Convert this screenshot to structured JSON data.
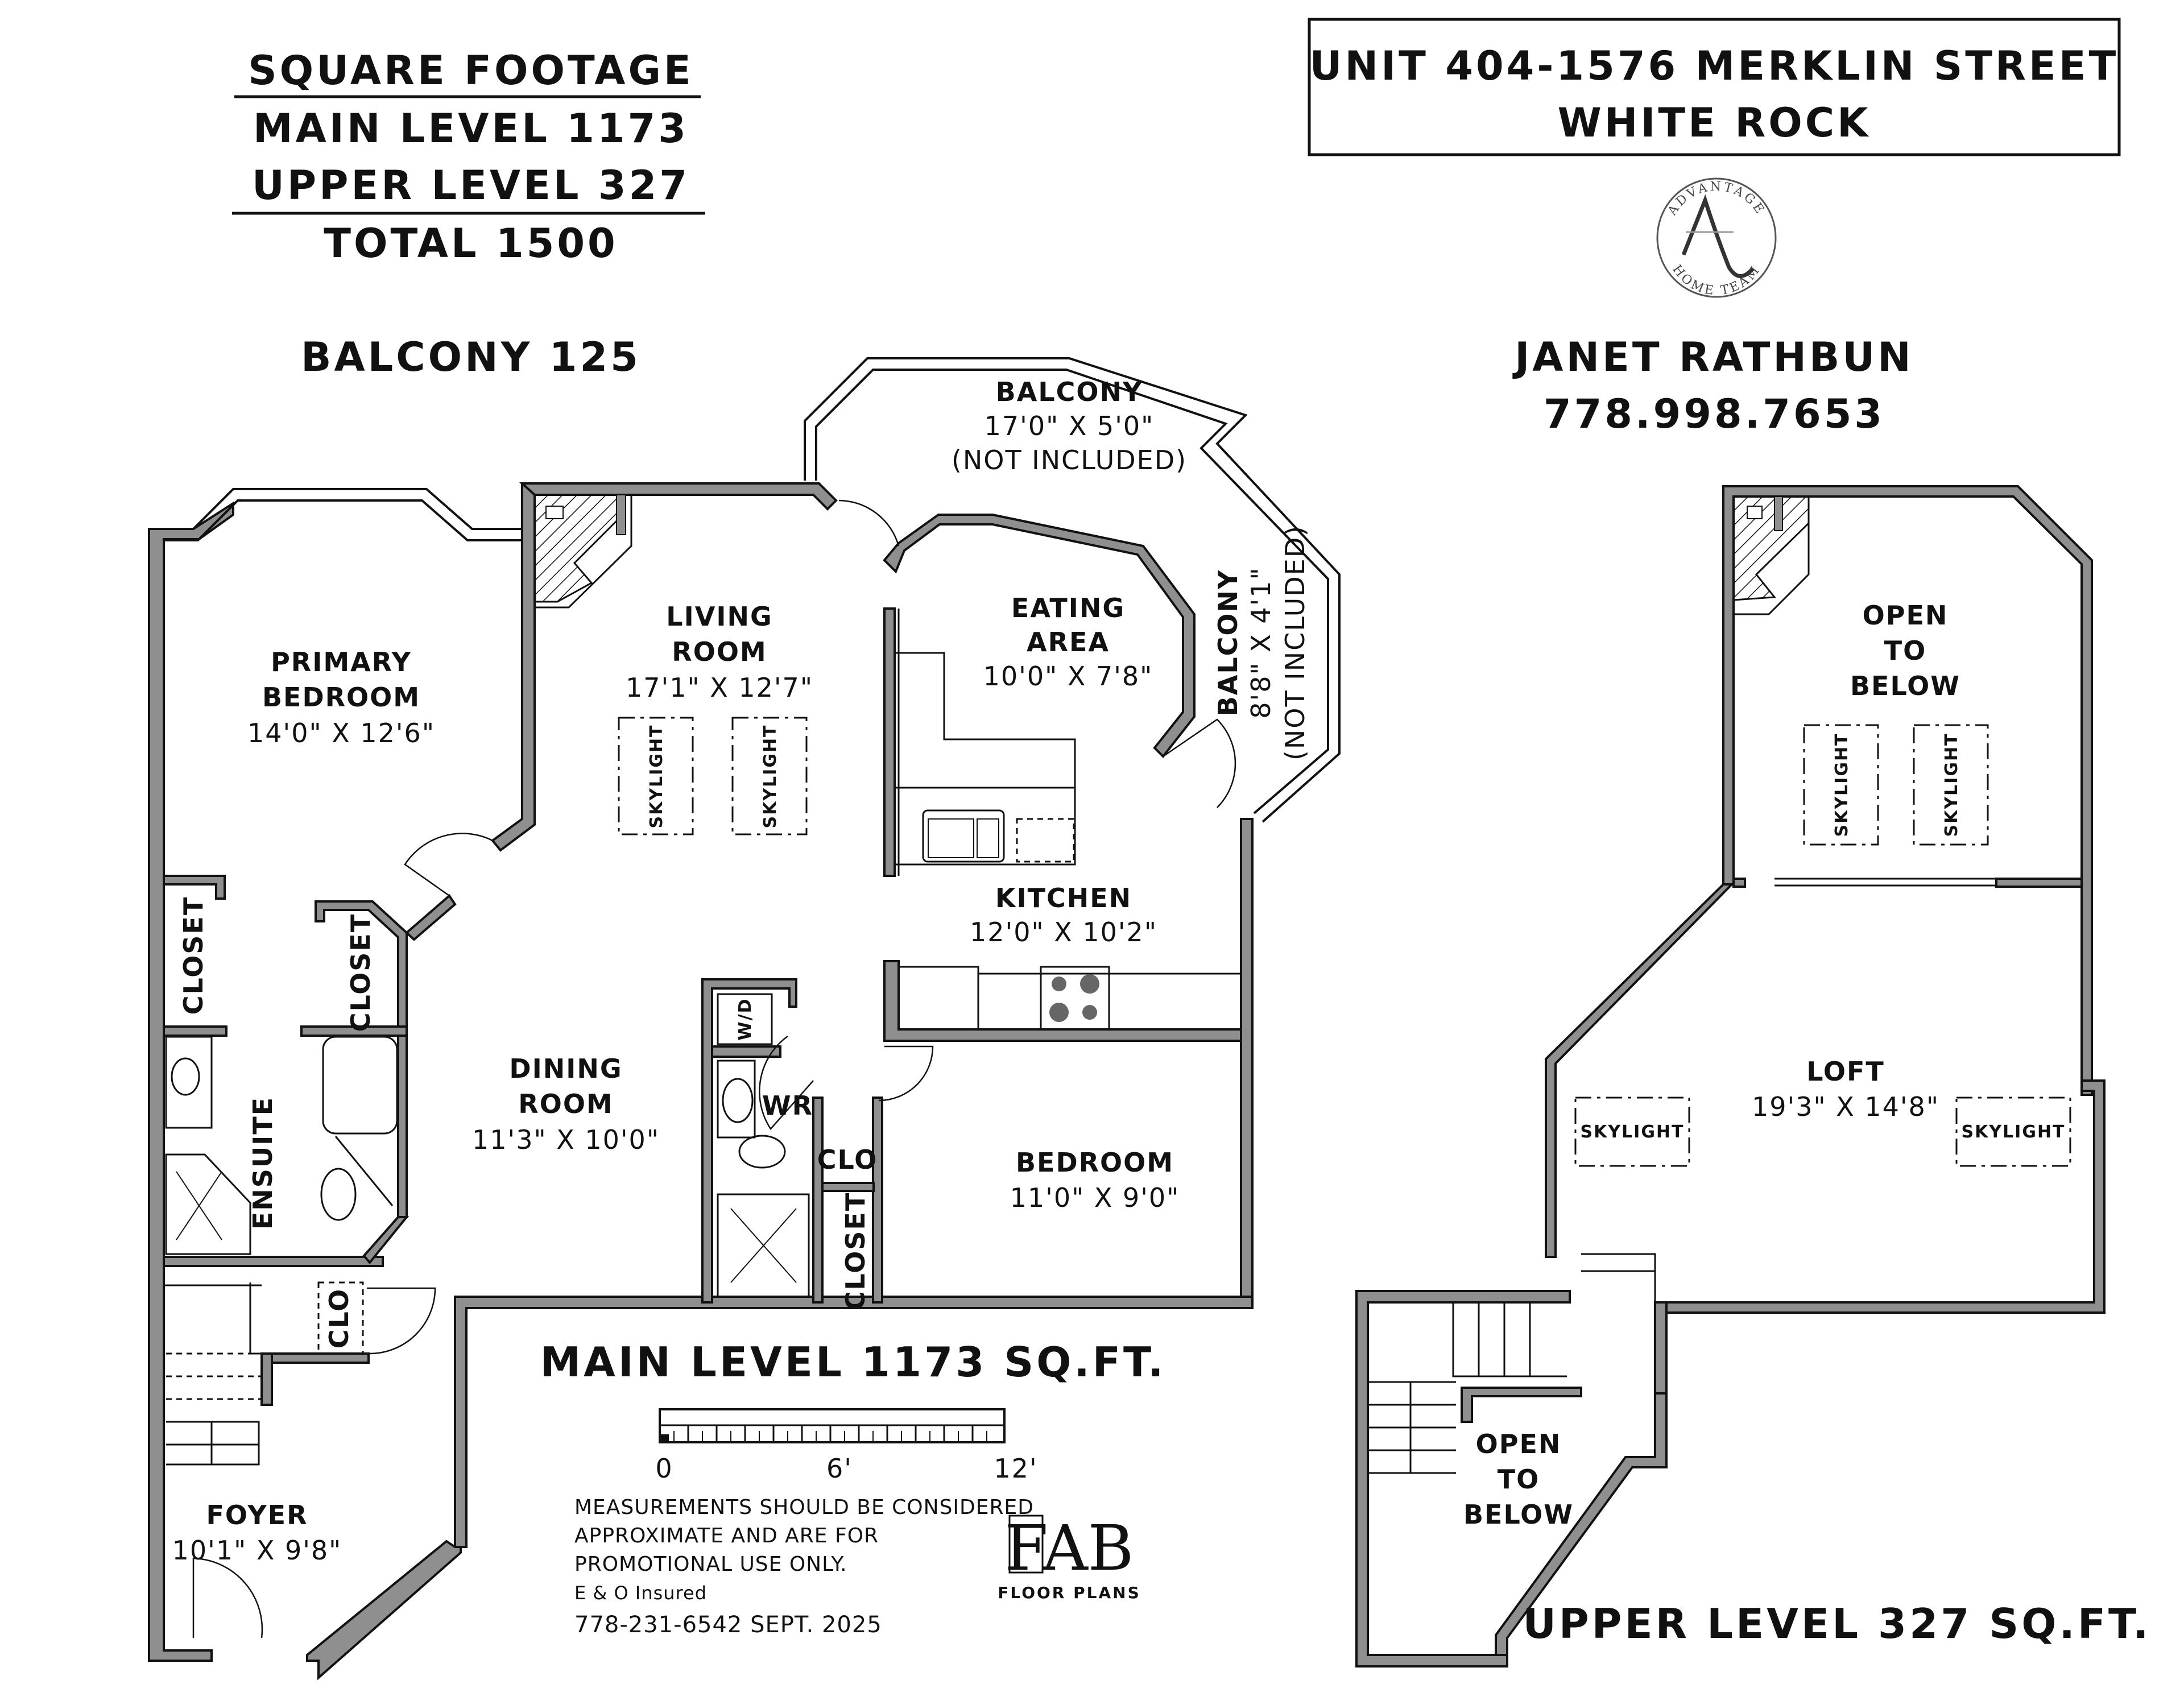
{
  "summary": {
    "title": "SQUARE FOOTAGE",
    "main_level": "MAIN LEVEL 1173",
    "upper_level": "UPPER LEVEL 327",
    "total": "TOTAL 1500",
    "balcony": "BALCONY 125"
  },
  "address": {
    "line1": "UNIT 404-1576 MERKLIN STREET",
    "line2": "WHITE ROCK"
  },
  "agent_logo": {
    "top_text": "ADVANTAGE",
    "bottom_text": "HOME TEAM",
    "monogram": "A"
  },
  "agent": {
    "name": "JANET RATHBUN",
    "phone": "778.998.7653"
  },
  "main_level": {
    "caption": "MAIN LEVEL 1173 SQ.FT.",
    "rooms": {
      "balcony_top": {
        "name": "BALCONY",
        "dims": "17'0\" X 5'0\"",
        "note": "(NOT INCLUDED)"
      },
      "balcony_side": {
        "name": "BALCONY",
        "dims": "8'8\" X 4'1\"",
        "note": "(NOT INCLUDED)"
      },
      "living": {
        "name1": "LIVING",
        "name2": "ROOM",
        "dims": "17'1\" X 12'7\""
      },
      "eating": {
        "name1": "EATING",
        "name2": "AREA",
        "dims": "10'0\" X 7'8\""
      },
      "primary": {
        "name1": "PRIMARY",
        "name2": "BEDROOM",
        "dims": "14'0\" X 12'6\""
      },
      "kitchen": {
        "name": "KITCHEN",
        "dims": "12'0\" X 10'2\""
      },
      "dining": {
        "name1": "DINING",
        "name2": "ROOM",
        "dims": "11'3\" X 10'0\""
      },
      "bedroom": {
        "name": "BEDROOM",
        "dims": "11'0\" X 9'0\""
      },
      "foyer": {
        "name": "FOYER",
        "dims": "10'1\" X 9'8\""
      },
      "ensuite": {
        "name": "ENSUITE"
      },
      "closet_1": {
        "name": "CLOSET"
      },
      "closet_2": {
        "name": "CLOSET"
      },
      "closet_3": {
        "name": "CLOSET"
      },
      "clo_1": {
        "name": "CLO"
      },
      "clo_2": {
        "name": "CLO"
      },
      "washroom": {
        "name": "WR"
      },
      "laundry": {
        "name": "W/D"
      },
      "skylight_1": {
        "name": "SKYLIGHT"
      },
      "skylight_2": {
        "name": "SKYLIGHT"
      }
    }
  },
  "upper_level": {
    "caption": "UPPER LEVEL 327 SQ.FT.",
    "rooms": {
      "open_top": {
        "line1": "OPEN",
        "line2": "TO",
        "line3": "BELOW"
      },
      "open_bottom": {
        "line1": "OPEN",
        "line2": "TO",
        "line3": "BELOW"
      },
      "loft": {
        "name": "LOFT",
        "dims": "19'3\" X 14'8\""
      },
      "skylight_1": {
        "name": "SKYLIGHT"
      },
      "skylight_2": {
        "name": "SKYLIGHT"
      },
      "skylight_3": {
        "name": "SKYLIGHT"
      },
      "skylight_4": {
        "name": "SKYLIGHT"
      }
    }
  },
  "scale_bar": {
    "labels": [
      "0",
      "6'",
      "12'"
    ]
  },
  "disclaimer": {
    "line1": "MEASUREMENTS SHOULD BE CONSIDERED",
    "line2": "APPROXIMATE AND ARE FOR",
    "line3": "PROMOTIONAL USE ONLY.",
    "line4": "E & O Insured",
    "line5": "778-231-6542  SEPT. 2025"
  },
  "drafter_logo": {
    "mark": "FAB",
    "sub": "FLOOR PLANS"
  },
  "colors": {
    "wall_fill": "#8f8f8f",
    "line": "#111111",
    "background": "#ffffff"
  }
}
